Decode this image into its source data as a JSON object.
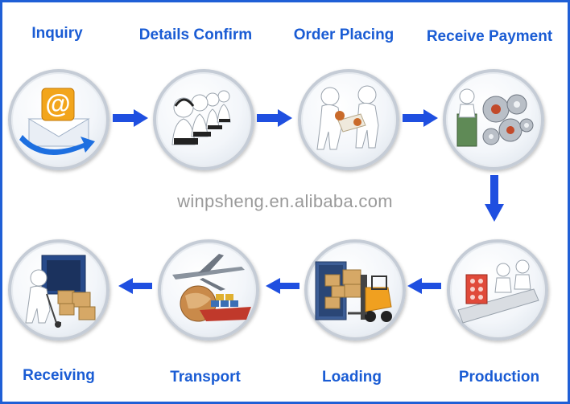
{
  "watermark": "winpsheng.en.alibaba.com",
  "steps": [
    {
      "label": "Inquiry",
      "icon": "email-at-icon"
    },
    {
      "label": "Details Confirm",
      "icon": "call-center-icon"
    },
    {
      "label": "Order Placing",
      "icon": "handshake-order-icon"
    },
    {
      "label": "Receive Payment",
      "icon": "money-gears-icon"
    },
    {
      "label": "Production",
      "icon": "production-line-icon"
    },
    {
      "label": "Loading",
      "icon": "forklift-loading-icon"
    },
    {
      "label": "Transport",
      "icon": "plane-ship-globe-icon"
    },
    {
      "label": "Receiving",
      "icon": "receiving-boxes-icon"
    }
  ],
  "colors": {
    "label": "#1a5cd4",
    "arrow": "#1f4fe0",
    "border": "#1f5fd6",
    "watermark": "#9a9a9a"
  }
}
